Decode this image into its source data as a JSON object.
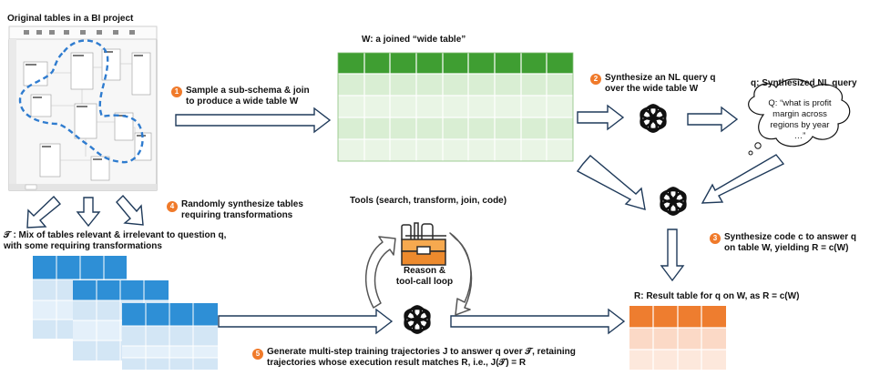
{
  "labels": {
    "original_tables": "Original tables in a BI project",
    "wide_table_title": "W: a joined “wide table”",
    "query_title": "q: Synthesized NL query",
    "query_cloud": [
      "Q: “what is profit",
      "margin across",
      "regions by year …”"
    ],
    "tools_title": "Tools (search, transform, join, code)",
    "reason_loop": [
      "Reason &",
      "tool-call loop"
    ],
    "result_title": "R: Result table for q on W, as R = c(W)",
    "mix_tables": [
      "𝒯 : Mix of tables relevant & irrelevant to question q,",
      "with some requiring transformations"
    ]
  },
  "steps": [
    {
      "number": "1",
      "lines": [
        "Sample a sub-schema & join",
        "to produce a wide table W"
      ]
    },
    {
      "number": "2",
      "lines": [
        "Synthesize an NL query q",
        "over the wide table W"
      ]
    },
    {
      "number": "3",
      "lines": [
        "Synthesize code c to answer q",
        "on table W, yielding R = c(W)"
      ]
    },
    {
      "number": "4",
      "lines": [
        "Randomly synthesize tables",
        "requiring transformations"
      ]
    },
    {
      "number": "5",
      "lines": [
        "Generate multi-step training trajectories J to answer q over 𝒯, retaining",
        "trajectories whose execution result matches R, i.e., J(𝒯) = R"
      ]
    }
  ],
  "colors": {
    "accent_orange": "#f07a2a",
    "wide_table_header": "#3f9e32",
    "wide_table_row_a": "#d9eed3",
    "wide_table_row_b": "#e9f5e5",
    "blue_header": "#2e8fd6",
    "blue_row": "#d3e6f5",
    "result_header": "#ee7d2f",
    "result_row": "#fbd9c6",
    "dashed_outline": "#2f7ccf",
    "arrow_stroke": "#1f3a5a"
  },
  "icons": [
    "openai-logo-icon",
    "toolbox-icon",
    "cycle-arrow-icon",
    "bi-screenshot-icon"
  ]
}
